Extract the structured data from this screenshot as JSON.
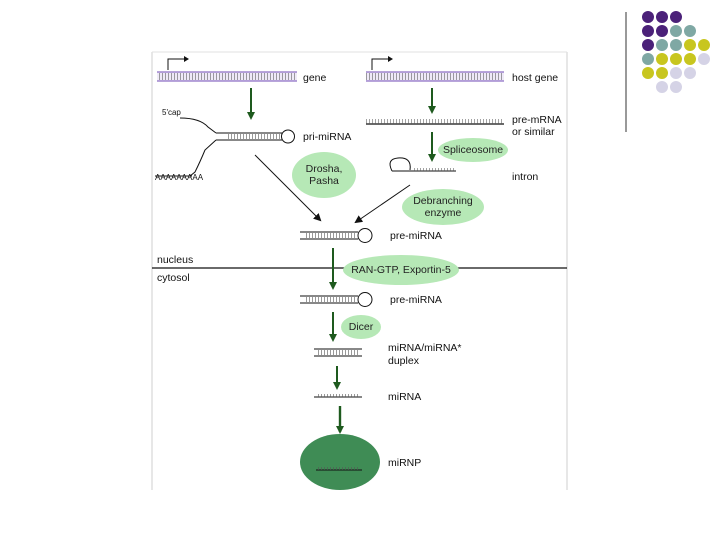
{
  "colors": {
    "purple": "#4b2179",
    "teal": "#7fa8a4",
    "olive": "#c8c61f",
    "lavender": "#d5d3e6",
    "bubble": "#b6e8b6",
    "arrow": "#1e5a1e"
  },
  "corner_dots": [
    [
      "purple",
      "purple",
      "purple",
      null,
      null
    ],
    [
      "purple",
      "purple",
      "teal",
      "teal",
      null
    ],
    [
      "purple",
      "teal",
      "teal",
      "olive",
      "olive"
    ],
    [
      "teal",
      "olive",
      "olive",
      "olive",
      "lavender"
    ],
    [
      "olive",
      "olive",
      "lavender",
      "lavender",
      null
    ],
    [
      null,
      "lavender",
      "lavender",
      null,
      null
    ]
  ],
  "labels": {
    "gene": "gene",
    "host_gene": "host gene",
    "five_cap": "5'cap",
    "pri_mirna": "pri-miRNA",
    "polya": "AAAAAAAAA",
    "pre_mrna": "pre-mRNA",
    "or_similar": "or similar",
    "intron": "intron",
    "pre_mirna_nucleus": "pre-miRNA",
    "nucleus": "nucleus",
    "cytosol": "cytosol",
    "pre_mirna_cytosol": "pre-miRNA",
    "duplex_1": "miRNA/miRNA*",
    "duplex_2": "duplex",
    "mirna": "miRNA",
    "mirnp": "miRNP"
  },
  "bubbles": {
    "drosha": "Drosha,",
    "pasha": "Pasha",
    "spliceosome": "Spliceosome",
    "debranching_1": "Debranching",
    "debranching_2": "enzyme",
    "ran": "RAN-GTP, Exportin-5",
    "dicer": "Dicer"
  }
}
